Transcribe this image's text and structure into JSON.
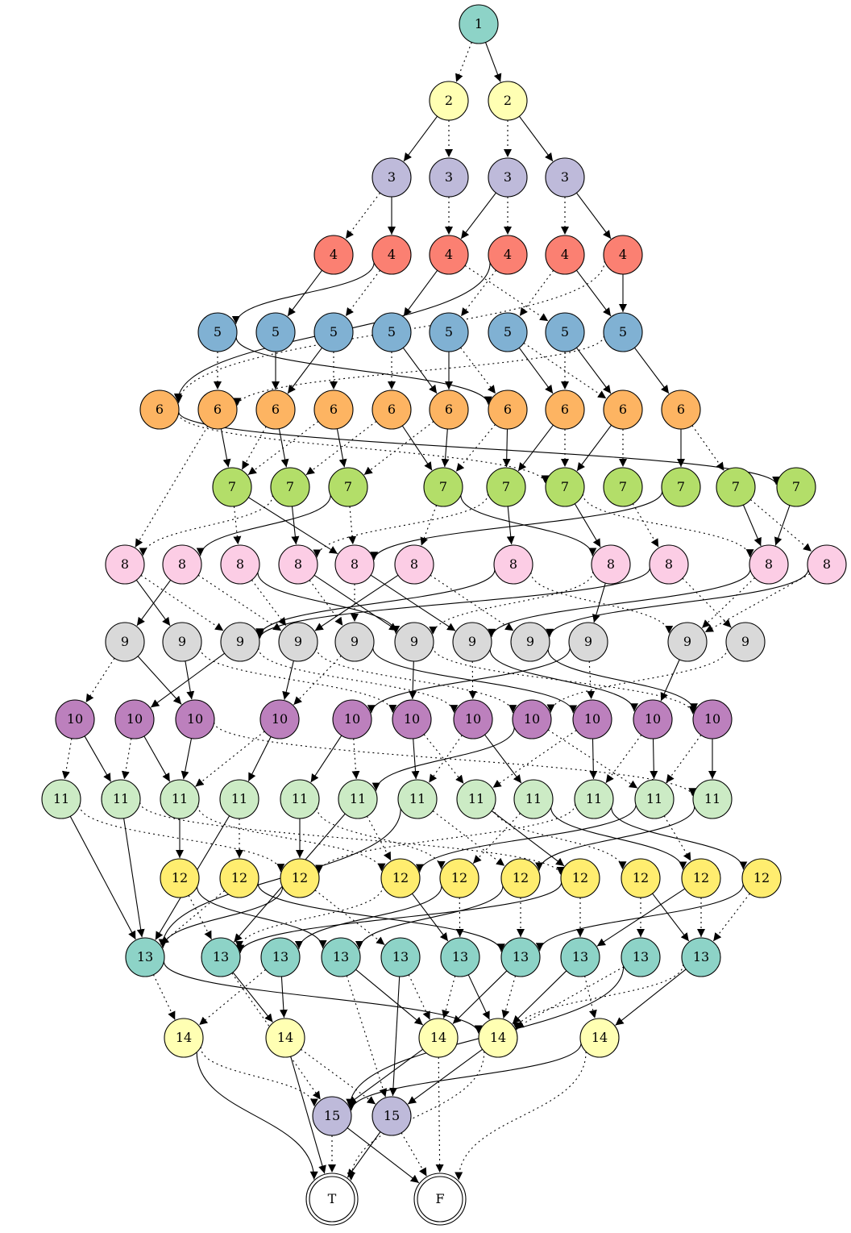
{
  "diagram": {
    "type": "binary-decision-diagram",
    "levels": [
      {
        "label": "1",
        "color": "#8dd3c7",
        "count": 1
      },
      {
        "label": "2",
        "color": "#ffffb3",
        "count": 2
      },
      {
        "label": "3",
        "color": "#bebada",
        "count": 4
      },
      {
        "label": "4",
        "color": "#fb8072",
        "count": 6
      },
      {
        "label": "5",
        "color": "#80b1d3",
        "count": 8
      },
      {
        "label": "6",
        "color": "#fdb462",
        "count": 10
      },
      {
        "label": "7",
        "color": "#b3de69",
        "count": 10
      },
      {
        "label": "8",
        "color": "#fccde5",
        "count": 12
      },
      {
        "label": "9",
        "color": "#d9d9d9",
        "count": 11
      },
      {
        "label": "10",
        "color": "#bc80bd",
        "count": 12
      },
      {
        "label": "11",
        "color": "#ccebc5",
        "count": 12
      },
      {
        "label": "12",
        "color": "#ffed6f",
        "count": 11
      },
      {
        "label": "13",
        "color": "#8dd3c7",
        "count": 10
      },
      {
        "label": "14",
        "color": "#ffffb3",
        "count": 5
      },
      {
        "label": "15",
        "color": "#bebada",
        "count": 2
      }
    ],
    "terminals": [
      {
        "label": "T",
        "color": "#ffffff"
      },
      {
        "label": "F",
        "color": "#ffffff"
      }
    ],
    "edges": [
      [
        "1.0",
        "2.0",
        "d"
      ],
      [
        "1.0",
        "2.1",
        "s"
      ],
      [
        "2.0",
        "3.0",
        "s"
      ],
      [
        "2.0",
        "3.1",
        "d"
      ],
      [
        "2.1",
        "3.2",
        "d"
      ],
      [
        "2.1",
        "3.3",
        "s"
      ],
      [
        "3.0",
        "4.0",
        "d"
      ],
      [
        "3.0",
        "4.1",
        "s"
      ],
      [
        "3.1",
        "4.2",
        "d"
      ],
      [
        "3.2",
        "4.2",
        "s"
      ],
      [
        "3.2",
        "4.3",
        "d"
      ],
      [
        "3.3",
        "4.4",
        "d"
      ],
      [
        "3.3",
        "4.5",
        "s"
      ],
      [
        "4.0",
        "5.1",
        "s"
      ],
      [
        "4.1",
        "5.0",
        "s"
      ],
      [
        "4.1",
        "5.2",
        "d"
      ],
      [
        "4.2",
        "5.3",
        "s"
      ],
      [
        "4.2",
        "5.6",
        "d"
      ],
      [
        "4.3",
        "6.0",
        "s"
      ],
      [
        "4.3",
        "5.4",
        "d"
      ],
      [
        "4.4",
        "5.5",
        "d"
      ],
      [
        "4.4",
        "5.7",
        "s"
      ],
      [
        "4.5",
        "5.7",
        "s"
      ],
      [
        "4.5",
        "6.0",
        "d"
      ],
      [
        "5.0",
        "6.1",
        "d"
      ],
      [
        "5.0",
        "6.6",
        "s"
      ],
      [
        "5.1",
        "6.2",
        "s"
      ],
      [
        "5.2",
        "6.2",
        "s"
      ],
      [
        "5.2",
        "6.3",
        "d"
      ],
      [
        "5.3",
        "6.5",
        "s"
      ],
      [
        "5.3",
        "6.4",
        "d"
      ],
      [
        "5.4",
        "6.5",
        "s"
      ],
      [
        "5.4",
        "6.6",
        "d"
      ],
      [
        "5.5",
        "6.7",
        "s"
      ],
      [
        "5.5",
        "6.8",
        "d"
      ],
      [
        "5.6",
        "6.7",
        "d"
      ],
      [
        "5.6",
        "6.8",
        "s"
      ],
      [
        "5.7",
        "6.9",
        "s"
      ],
      [
        "5.7",
        "6.1",
        "d"
      ],
      [
        "6.0",
        "7.5",
        "d"
      ],
      [
        "6.0",
        "7.9",
        "s"
      ],
      [
        "6.1",
        "7.0",
        "s"
      ],
      [
        "6.1",
        "8.0",
        "d"
      ],
      [
        "6.2",
        "7.0",
        "d"
      ],
      [
        "6.2",
        "7.1",
        "s"
      ],
      [
        "6.3",
        "7.0",
        "d"
      ],
      [
        "6.3",
        "7.2",
        "s"
      ],
      [
        "6.4",
        "7.1",
        "d"
      ],
      [
        "6.4",
        "7.3",
        "s"
      ],
      [
        "6.5",
        "7.2",
        "d"
      ],
      [
        "6.5",
        "7.3",
        "s"
      ],
      [
        "6.6",
        "7.3",
        "d"
      ],
      [
        "6.6",
        "7.4",
        "s"
      ],
      [
        "6.7",
        "7.4",
        "s"
      ],
      [
        "6.7",
        "7.5",
        "d"
      ],
      [
        "6.8",
        "7.5",
        "s"
      ],
      [
        "6.8",
        "7.6",
        "d"
      ],
      [
        "6.9",
        "7.8",
        "d"
      ],
      [
        "6.9",
        "7.7",
        "s"
      ],
      [
        "7.0",
        "8.2",
        "d"
      ],
      [
        "7.0",
        "8.4",
        "s"
      ],
      [
        "7.1",
        "8.0",
        "d"
      ],
      [
        "7.1",
        "8.3",
        "s"
      ],
      [
        "7.2",
        "8.1",
        "s"
      ],
      [
        "7.2",
        "8.4",
        "d"
      ],
      [
        "7.3",
        "8.5",
        "d"
      ],
      [
        "7.3",
        "8.7",
        "s"
      ],
      [
        "7.4",
        "8.6",
        "s"
      ],
      [
        "7.4",
        "8.3",
        "d"
      ],
      [
        "7.5",
        "8.7",
        "s"
      ],
      [
        "7.5",
        "8.9",
        "d"
      ],
      [
        "7.6",
        "8.8",
        "d"
      ],
      [
        "7.6",
        "8.11",
        "s"
      ],
      [
        "7.7",
        "8.4",
        "s"
      ],
      [
        "7.7",
        "8.11",
        "d"
      ],
      [
        "7.8",
        "8.9",
        "s"
      ],
      [
        "7.8",
        "8.10",
        "d"
      ],
      [
        "7.9",
        "8.9",
        "s"
      ],
      [
        "7.9",
        "8.11",
        "d"
      ],
      [
        "8.0",
        "9.1",
        "s"
      ],
      [
        "8.0",
        "9.2",
        "d"
      ],
      [
        "8.1",
        "9.0",
        "s"
      ],
      [
        "8.1",
        "9.3",
        "d"
      ],
      [
        "8.2",
        "9.3",
        "d"
      ],
      [
        "8.2",
        "9.5",
        "s"
      ],
      [
        "8.3",
        "9.5",
        "s"
      ],
      [
        "8.3",
        "9.4",
        "d"
      ],
      [
        "8.4",
        "9.4",
        "d"
      ],
      [
        "8.4",
        "9.6",
        "s"
      ],
      [
        "8.5",
        "9.3",
        "s"
      ],
      [
        "8.5",
        "9.7",
        "d"
      ],
      [
        "8.6",
        "9.2",
        "s"
      ],
      [
        "8.6",
        "9.9",
        "d"
      ],
      [
        "8.7",
        "9.8",
        "s"
      ],
      [
        "8.7",
        "9.5",
        "d"
      ],
      [
        "8.8",
        "9.2",
        "s"
      ],
      [
        "8.8",
        "9.10",
        "d"
      ],
      [
        "8.9",
        "9.6",
        "s"
      ],
      [
        "8.9",
        "9.9",
        "d"
      ],
      [
        "8.10",
        "9.7",
        "s"
      ],
      [
        "8.10",
        "9.9",
        "d"
      ],
      [
        "8.11",
        "9.10",
        "s"
      ],
      [
        "8.11",
        "9.9",
        "d"
      ],
      [
        "9.0",
        "10.0",
        "d"
      ],
      [
        "9.0",
        "10.2",
        "s"
      ],
      [
        "9.1",
        "10.2",
        "s"
      ],
      [
        "9.1",
        "10.5",
        "d"
      ],
      [
        "9.2",
        "10.1",
        "s"
      ],
      [
        "9.2",
        "10.6",
        "d"
      ],
      [
        "9.3",
        "10.3",
        "s"
      ],
      [
        "9.3",
        "10.7",
        "d"
      ],
      [
        "9.4",
        "10.3",
        "d"
      ],
      [
        "9.4",
        "10.8",
        "s"
      ],
      [
        "9.5",
        "10.5",
        "s"
      ],
      [
        "9.5",
        "10.10",
        "d"
      ],
      [
        "9.6",
        "10.6",
        "d"
      ],
      [
        "9.6",
        "10.9",
        "s"
      ],
      [
        "9.7",
        "10.10",
        "s"
      ],
      [
        "9.7",
        "10.11",
        "d"
      ],
      [
        "9.8",
        "10.4",
        "s"
      ],
      [
        "9.8",
        "10.8",
        "d"
      ],
      [
        "9.9",
        "10.9",
        "s"
      ],
      [
        "9.9",
        "10.11",
        "d"
      ],
      [
        "9.10",
        "10.11",
        "s"
      ],
      [
        "9.10",
        "10.7",
        "d"
      ],
      [
        "10.0",
        "11.0",
        "d"
      ],
      [
        "10.0",
        "11.1",
        "s"
      ],
      [
        "10.1",
        "11.1",
        "d"
      ],
      [
        "10.1",
        "11.2",
        "s"
      ],
      [
        "10.2",
        "11.2",
        "s"
      ],
      [
        "10.2",
        "11.11",
        "d"
      ],
      [
        "10.3",
        "11.3",
        "s"
      ],
      [
        "10.3",
        "11.2",
        "d"
      ],
      [
        "10.4",
        "11.4",
        "s"
      ],
      [
        "10.4",
        "11.5",
        "d"
      ],
      [
        "10.5",
        "11.6",
        "s"
      ],
      [
        "10.5",
        "11.7",
        "d"
      ],
      [
        "10.6",
        "11.8",
        "s"
      ],
      [
        "10.6",
        "11.6",
        "d"
      ],
      [
        "10.7",
        "11.5",
        "s"
      ],
      [
        "10.7",
        "11.10",
        "d"
      ],
      [
        "10.8",
        "11.9",
        "s"
      ],
      [
        "10.8",
        "11.7",
        "d"
      ],
      [
        "10.9",
        "11.10",
        "s"
      ],
      [
        "10.9",
        "11.9",
        "d"
      ],
      [
        "10.10",
        "11.11",
        "s"
      ],
      [
        "10.10",
        "11.10",
        "d"
      ],
      [
        "11.0",
        "13.0",
        "s"
      ],
      [
        "11.0",
        "12.2",
        "d"
      ],
      [
        "11.1",
        "13.0",
        "s"
      ],
      [
        "11.1",
        "12.6",
        "d"
      ],
      [
        "11.2",
        "12.0",
        "s"
      ],
      [
        "11.2",
        "12.3",
        "d"
      ],
      [
        "11.3",
        "13.0",
        "s"
      ],
      [
        "11.3",
        "12.1",
        "d"
      ],
      [
        "11.4",
        "12.2",
        "s"
      ],
      [
        "11.4",
        "12.4",
        "d"
      ],
      [
        "11.5",
        "13.1",
        "s"
      ],
      [
        "11.5",
        "12.3",
        "d"
      ],
      [
        "11.6",
        "13.0",
        "s"
      ],
      [
        "11.6",
        "12.5",
        "d"
      ],
      [
        "11.7",
        "12.6",
        "s"
      ],
      [
        "11.7",
        "12.7",
        "d"
      ],
      [
        "11.8",
        "12.8",
        "s"
      ],
      [
        "11.8",
        "12.4",
        "d"
      ],
      [
        "11.9",
        "12.9",
        "s"
      ],
      [
        "11.9",
        "12.2",
        "d"
      ],
      [
        "11.10",
        "12.3",
        "s"
      ],
      [
        "11.10",
        "12.8",
        "d"
      ],
      [
        "11.11",
        "12.5",
        "s"
      ],
      [
        "11.11",
        "12.10",
        "d"
      ],
      [
        "12.0",
        "13.3",
        "s"
      ],
      [
        "12.0",
        "13.1",
        "d"
      ],
      [
        "12.1",
        "13.6",
        "s"
      ],
      [
        "12.1",
        "13.0",
        "d"
      ],
      [
        "12.2",
        "13.0",
        "s"
      ],
      [
        "12.2",
        "13.4",
        "d"
      ],
      [
        "12.3",
        "13.5",
        "s"
      ],
      [
        "12.3",
        "13.1",
        "d"
      ],
      [
        "12.4",
        "13.2",
        "s"
      ],
      [
        "12.4",
        "13.5",
        "d"
      ],
      [
        "12.5",
        "13.3",
        "s"
      ],
      [
        "12.5",
        "13.6",
        "d"
      ],
      [
        "12.6",
        "13.1",
        "s"
      ],
      [
        "12.6",
        "13.7",
        "d"
      ],
      [
        "12.7",
        "13.9",
        "s"
      ],
      [
        "12.7",
        "13.8",
        "d"
      ],
      [
        "12.8",
        "13.7",
        "s"
      ],
      [
        "12.8",
        "13.9",
        "d"
      ],
      [
        "12.9",
        "13.9",
        "d"
      ],
      [
        "12.9",
        "13.6",
        "s"
      ],
      [
        "12.10",
        "13.7",
        "s"
      ],
      [
        "12.10",
        "13.9",
        "d"
      ],
      [
        "13.0",
        "14.0",
        "d"
      ],
      [
        "13.0",
        "14.3",
        "s"
      ],
      [
        "13.1",
        "14.1",
        "s"
      ],
      [
        "13.1",
        "15.0",
        "d"
      ],
      [
        "13.2",
        "14.1",
        "s"
      ],
      [
        "13.2",
        "14.0",
        "d"
      ],
      [
        "13.3",
        "14.2",
        "s"
      ],
      [
        "13.3",
        "15.1",
        "d"
      ],
      [
        "13.4",
        "15.1",
        "s"
      ],
      [
        "13.4",
        "14.2",
        "d"
      ],
      [
        "13.5",
        "14.3",
        "s"
      ],
      [
        "13.5",
        "14.2",
        "d"
      ],
      [
        "13.6",
        "14.2",
        "s"
      ],
      [
        "13.6",
        "14.3",
        "d"
      ],
      [
        "13.7",
        "14.3",
        "s"
      ],
      [
        "13.7",
        "14.4",
        "d"
      ],
      [
        "13.8",
        "15.0",
        "s"
      ],
      [
        "13.8",
        "14.3",
        "d"
      ],
      [
        "13.9",
        "14.4",
        "s"
      ],
      [
        "13.9",
        "14.3",
        "d"
      ],
      [
        "14.0",
        "T",
        "s"
      ],
      [
        "14.0",
        "15.0",
        "d"
      ],
      [
        "14.1",
        "T",
        "s"
      ],
      [
        "14.1",
        "15.1",
        "d"
      ],
      [
        "14.2",
        "15.0",
        "s"
      ],
      [
        "14.2",
        "F",
        "d"
      ],
      [
        "14.3",
        "15.1",
        "s"
      ],
      [
        "14.3",
        "T",
        "d"
      ],
      [
        "14.4",
        "15.0",
        "s"
      ],
      [
        "14.4",
        "F",
        "d"
      ],
      [
        "15.0",
        "T",
        "d"
      ],
      [
        "15.0",
        "F",
        "s"
      ],
      [
        "15.1",
        "T",
        "s"
      ],
      [
        "15.1",
        "F",
        "d"
      ]
    ]
  }
}
